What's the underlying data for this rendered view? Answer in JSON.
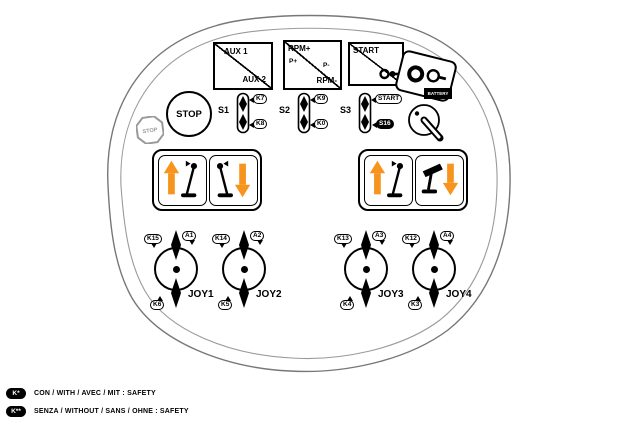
{
  "panel": {
    "aux_box": {
      "top_label": "AUX 1",
      "bottom_label": "AUX 2"
    },
    "rpm_box": {
      "top_label": "RPM+",
      "left_label": "P+",
      "right_label": "P-",
      "bottom_label": "RPM-"
    },
    "start_box": {
      "label": "START"
    },
    "key_switch": {
      "label": "BATTERY"
    },
    "stop_button": {
      "label": "STOP"
    },
    "stop_sign": {
      "label": "STOP"
    },
    "selectors": [
      {
        "name": "S1",
        "top": "K7",
        "bottom": "K8"
      },
      {
        "name": "S2",
        "top": "K9",
        "bottom": "K0"
      },
      {
        "name": "S3",
        "top": "START",
        "bottom": "S16"
      }
    ],
    "joysticks": [
      {
        "name": "JOY1",
        "top_left": "K15",
        "top_right": "A1",
        "bottom_left": "K6"
      },
      {
        "name": "JOY2",
        "top_left": "K14",
        "top_right": "A2",
        "bottom_left": "K5"
      },
      {
        "name": "JOY3",
        "top_left": "K13",
        "top_right": "A3",
        "bottom_left": "K4"
      },
      {
        "name": "JOY4",
        "top_left": "K12",
        "top_right": "A4",
        "bottom_left": "K3"
      }
    ]
  },
  "legend": {
    "rows": [
      {
        "badge": "K*",
        "text": "CON / WITH / AVEC / MIT :  SAFETY"
      },
      {
        "badge": "K**",
        "text": "SENZA / WITHOUT / SANS / OHNE :  SAFETY"
      }
    ]
  },
  "colors": {
    "accent_orange": "#F7941E",
    "outline_gray": "#888888"
  }
}
